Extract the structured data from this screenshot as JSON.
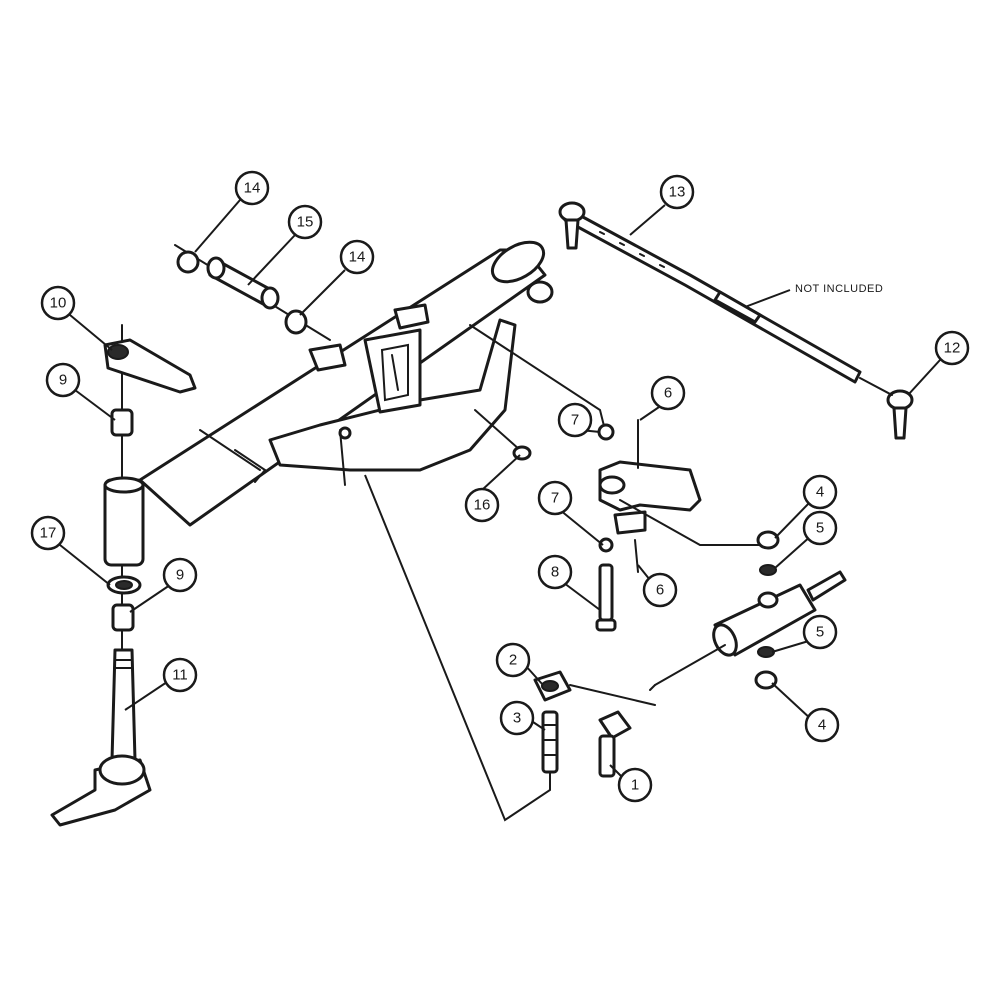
{
  "diagram": {
    "note": "NOT INCLUDED",
    "callouts": [
      {
        "id": "c14a",
        "label": "14"
      },
      {
        "id": "c15",
        "label": "15"
      },
      {
        "id": "c14b",
        "label": "14"
      },
      {
        "id": "c13",
        "label": "13"
      },
      {
        "id": "c12",
        "label": "12"
      },
      {
        "id": "c10",
        "label": "10"
      },
      {
        "id": "c9a",
        "label": "9"
      },
      {
        "id": "c17",
        "label": "17"
      },
      {
        "id": "c9b",
        "label": "9"
      },
      {
        "id": "c11",
        "label": "11"
      },
      {
        "id": "c16",
        "label": "16"
      },
      {
        "id": "c7a",
        "label": "7"
      },
      {
        "id": "c6a",
        "label": "6"
      },
      {
        "id": "c7b",
        "label": "7"
      },
      {
        "id": "c6b",
        "label": "6"
      },
      {
        "id": "c8",
        "label": "8"
      },
      {
        "id": "c4a",
        "label": "4"
      },
      {
        "id": "c5a",
        "label": "5"
      },
      {
        "id": "c5b",
        "label": "5"
      },
      {
        "id": "c4b",
        "label": "4"
      },
      {
        "id": "c2",
        "label": "2"
      },
      {
        "id": "c3",
        "label": "3"
      },
      {
        "id": "c1",
        "label": "1"
      }
    ]
  }
}
